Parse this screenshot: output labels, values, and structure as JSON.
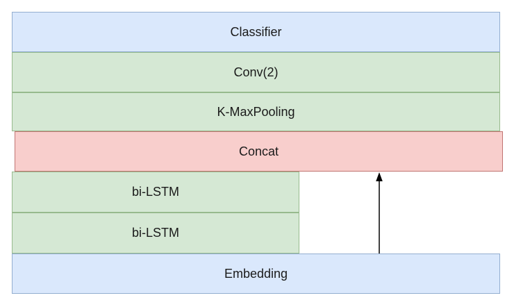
{
  "diagram": {
    "title": "stacked network architecture diagram",
    "background_color": "#ffffff",
    "text_color": "#1a1a1a",
    "palette": {
      "blue_fill": "#dae8fc",
      "blue_border": "#93aed0",
      "green_fill": "#d5e8d4",
      "green_border": "#97ba8d",
      "red_fill": "#f8cecc",
      "red_border": "#c17472",
      "arrow_color": "#000000"
    },
    "nodes": [
      {
        "label": "Classifier",
        "color": "blue"
      },
      {
        "label": "Conv(2)",
        "color": "green"
      },
      {
        "label": "K-MaxPooling",
        "color": "green"
      },
      {
        "label": "Concat",
        "color": "red"
      },
      {
        "label": "bi-LSTM",
        "color": "green"
      },
      {
        "label": "bi-LSTM",
        "color": "green"
      },
      {
        "label": "Embedding",
        "color": "blue"
      }
    ],
    "edges": [
      {
        "from": "Embedding",
        "to": "Concat",
        "direction": "up"
      }
    ]
  }
}
